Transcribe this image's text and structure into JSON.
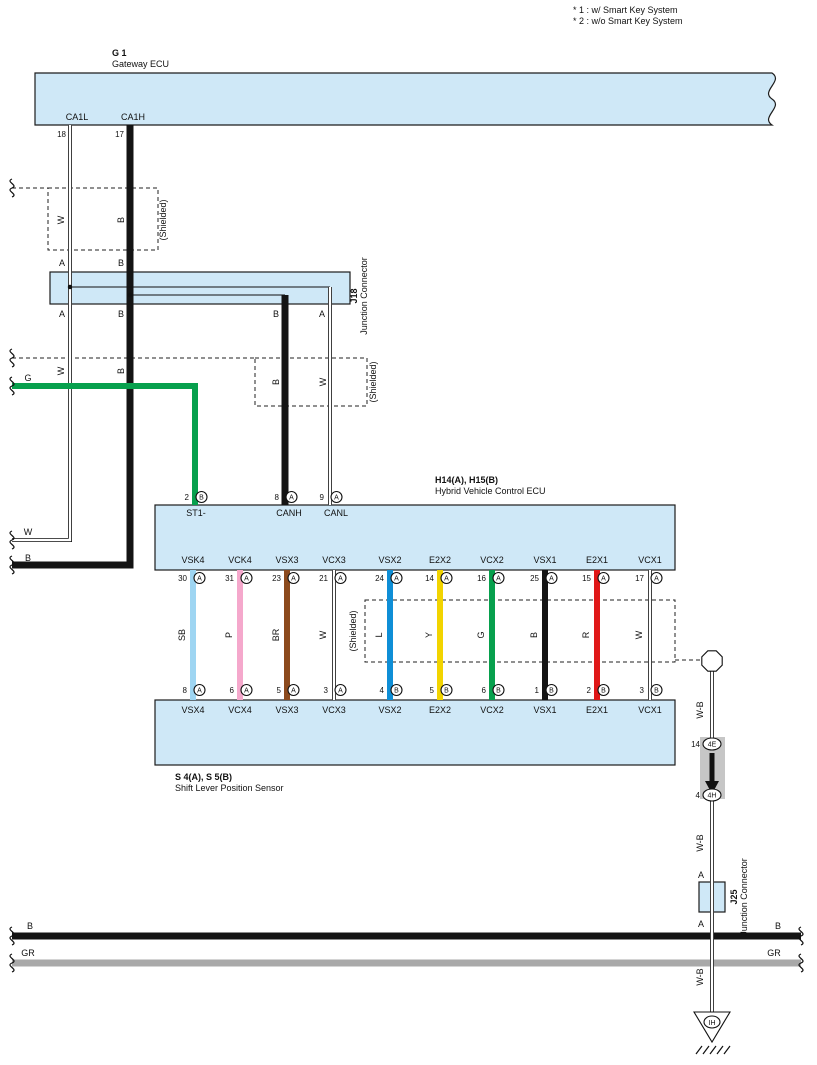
{
  "notes": [
    "* 1 : w/ Smart Key System",
    "* 2 : w/o Smart Key System"
  ],
  "gateway_ecu": {
    "code": "G 1",
    "name": "Gateway ECU",
    "pins": [
      {
        "name": "CA1L",
        "terminal": "18"
      },
      {
        "name": "CA1H",
        "terminal": "17"
      }
    ]
  },
  "shield_top": {
    "label": "(Shielded)",
    "w": "W",
    "b": "B"
  },
  "j18": {
    "code": "J18",
    "name": "Junction Connector",
    "pins_top": [
      "A",
      "B"
    ],
    "pins_bottom": [
      "A",
      "B",
      "B",
      "A"
    ]
  },
  "trunk_labels": {
    "w": "W",
    "b": "B"
  },
  "can_shield": {
    "label": "(Shielded)",
    "b": "B",
    "w": "W"
  },
  "left_exits": {
    "g": "G",
    "w": "W",
    "b": "B",
    "green_hex": "#07a04d"
  },
  "hybrid_ecu": {
    "code": "H14(A), H15(B)",
    "name": "Hybrid Vehicle Control ECU",
    "pins_top": [
      {
        "terminal": "2",
        "connector": "B",
        "name": "ST1-"
      },
      {
        "terminal": "8",
        "connector": "A",
        "name": "CANH"
      },
      {
        "terminal": "9",
        "connector": "A",
        "name": "CANL"
      }
    ],
    "pins_bottom": [
      {
        "terminal": "30",
        "connector": "A",
        "name": "VSK4"
      },
      {
        "terminal": "31",
        "connector": "A",
        "name": "VCK4"
      },
      {
        "terminal": "23",
        "connector": "A",
        "name": "VSX3"
      },
      {
        "terminal": "21",
        "connector": "A",
        "name": "VCX3"
      },
      {
        "terminal": "24",
        "connector": "A",
        "name": "VSX2"
      },
      {
        "terminal": "14",
        "connector": "A",
        "name": "E2X2"
      },
      {
        "terminal": "16",
        "connector": "A",
        "name": "VCX2"
      },
      {
        "terminal": "25",
        "connector": "A",
        "name": "VSX1"
      },
      {
        "terminal": "15",
        "connector": "A",
        "name": "E2X1"
      },
      {
        "terminal": "17",
        "connector": "A",
        "name": "VCX1"
      }
    ]
  },
  "harness": {
    "shield_label": "(Shielded)",
    "wires": [
      {
        "code": "SB",
        "hex": "#9ed5f2"
      },
      {
        "code": "P",
        "hex": "#f5a8cc"
      },
      {
        "code": "BR",
        "hex": "#8c4a1d"
      },
      {
        "code": "W",
        "hex": "#ffffff"
      },
      {
        "code": "L",
        "hex": "#0e8ed6"
      },
      {
        "code": "Y",
        "hex": "#f2d400"
      },
      {
        "code": "G",
        "hex": "#07a04d"
      },
      {
        "code": "B",
        "hex": "#141414"
      },
      {
        "code": "R",
        "hex": "#e01818"
      },
      {
        "code": "W",
        "hex": "#ffffff"
      }
    ]
  },
  "sensor": {
    "code": "S 4(A), S 5(B)",
    "name": "Shift Lever Position Sensor",
    "pins_top": [
      {
        "terminal": "8",
        "connector": "A",
        "name": "VSX4"
      },
      {
        "terminal": "6",
        "connector": "A",
        "name": "VCX4"
      },
      {
        "terminal": "5",
        "connector": "A",
        "name": "VSX3"
      },
      {
        "terminal": "3",
        "connector": "A",
        "name": "VCX3"
      },
      {
        "terminal": "4",
        "connector": "B",
        "name": "VSX2"
      },
      {
        "terminal": "5",
        "connector": "B",
        "name": "E2X2"
      },
      {
        "terminal": "6",
        "connector": "B",
        "name": "VCX2"
      },
      {
        "terminal": "1",
        "connector": "B",
        "name": "VSX1"
      },
      {
        "terminal": "2",
        "connector": "B",
        "name": "E2X1"
      },
      {
        "terminal": "3",
        "connector": "B",
        "name": "VCX1"
      }
    ]
  },
  "ground_path": {
    "wire_label": "W-B",
    "conn_upper": {
      "terminal": "14",
      "code": "4E"
    },
    "conn_lower": {
      "terminal": "4",
      "code": "4H"
    },
    "j25": {
      "code": "J25",
      "name": "Junction Connector",
      "pin_top": "A",
      "pin_bottom": "A"
    },
    "ground_code": "IH"
  },
  "power_wires": [
    {
      "label": "B",
      "hex": "#141414"
    },
    {
      "label": "GR",
      "hex": "#a9a9a9"
    }
  ]
}
